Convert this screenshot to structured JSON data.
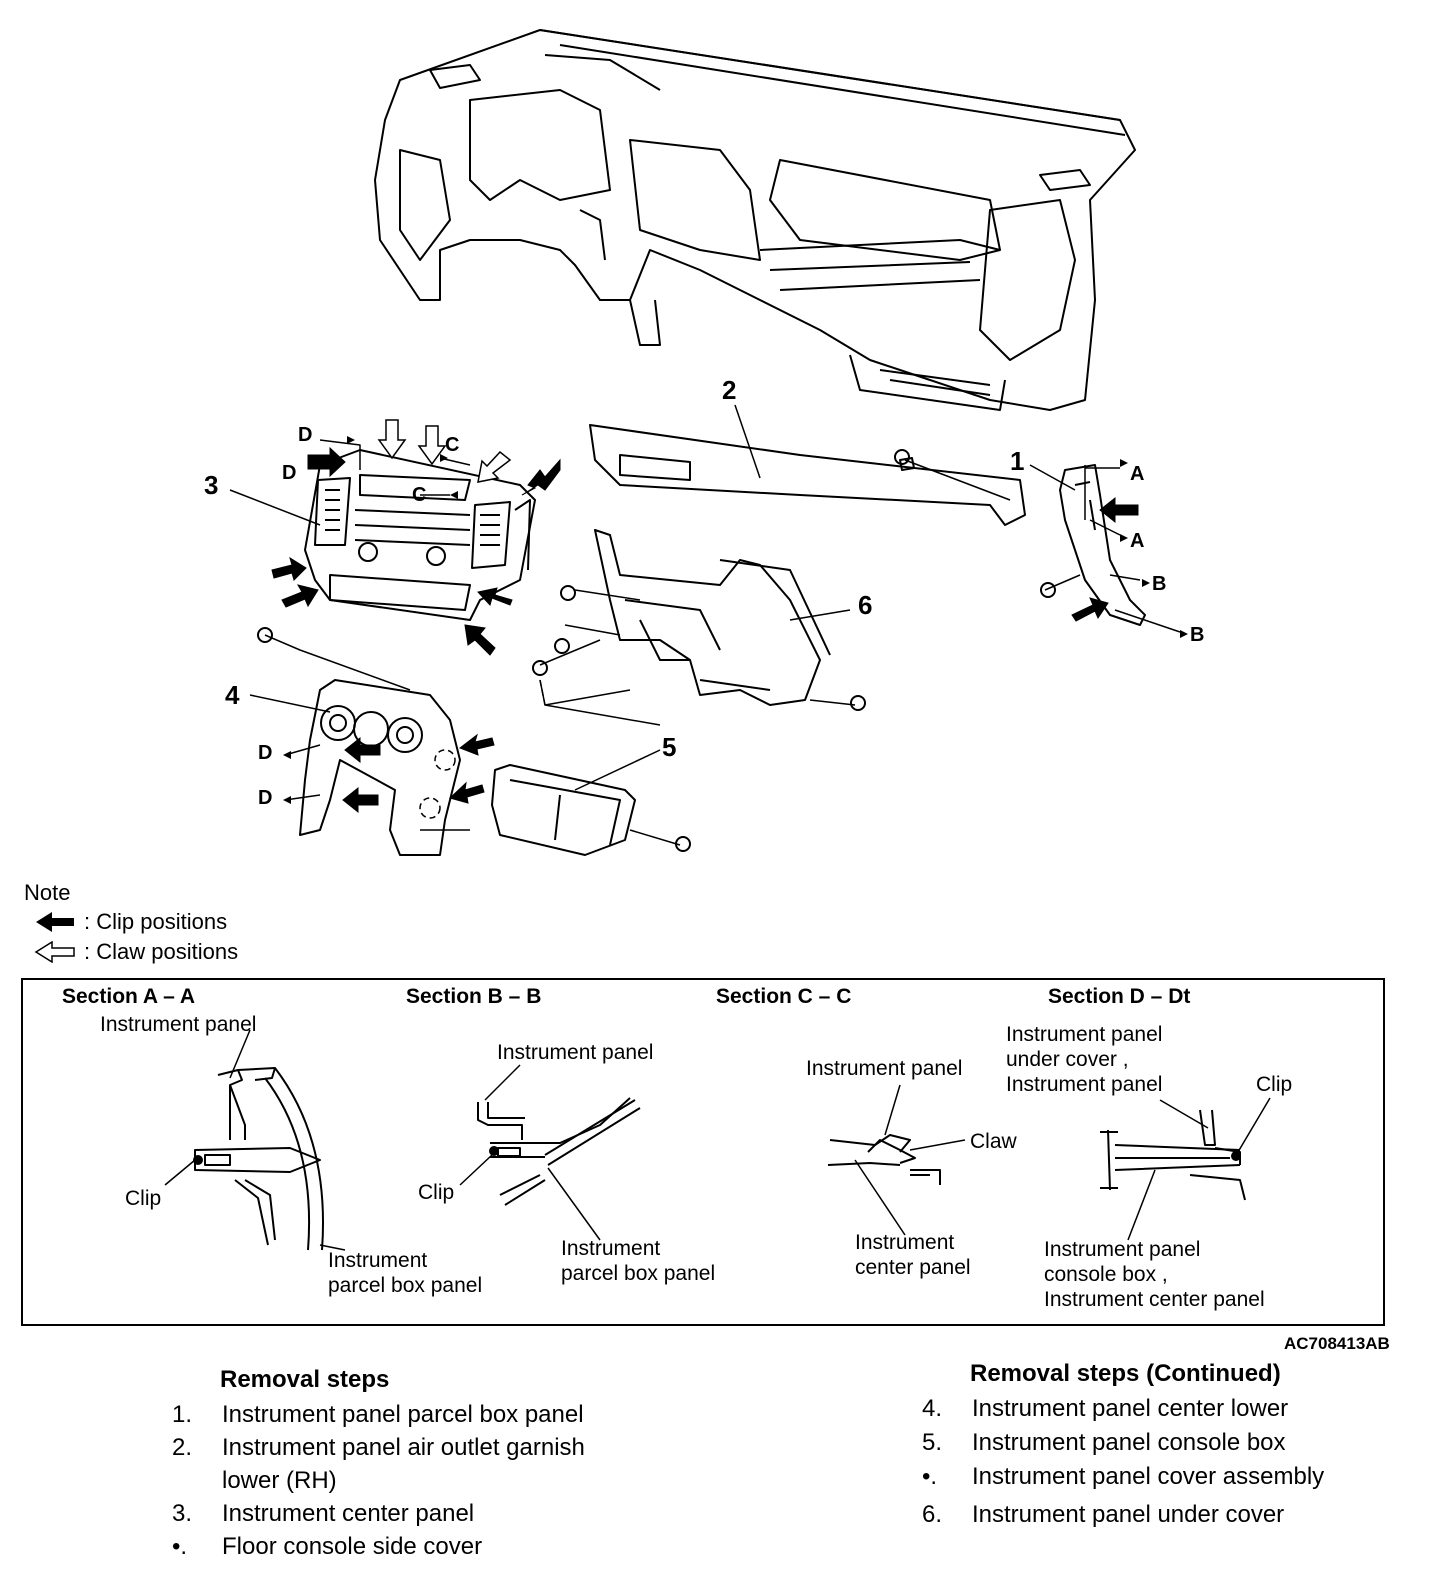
{
  "callouts": [
    "1",
    "2",
    "3",
    "4",
    "5",
    "6"
  ],
  "section_letters": {
    "a": "A",
    "b": "B",
    "c": "C",
    "d": "D"
  },
  "note": {
    "title": "Note",
    "clip": ": Clip positions",
    "claw": ": Claw positions"
  },
  "sections": [
    {
      "title": "Section A – A",
      "labels": [
        "Instrument panel",
        "Clip",
        "Instrument\nparcel box panel"
      ]
    },
    {
      "title": "Section B – B",
      "labels": [
        "Instrument panel",
        "Clip",
        "Instrument\nparcel box panel"
      ]
    },
    {
      "title": "Section C – C",
      "labels": [
        "Instrument panel",
        "Claw",
        "Instrument\ncenter panel"
      ]
    },
    {
      "title": "Section D – Dt",
      "labels": [
        "Instrument panel\nunder cover ,\nInstrument panel",
        "Clip",
        "Instrument panel\nconsole box ,\nInstrument center panel"
      ]
    }
  ],
  "figure_code": "AC708413AB",
  "removal_steps": {
    "title": "Removal steps",
    "items": [
      {
        "num": "1.",
        "text": "Instrument panel parcel box panel"
      },
      {
        "num": "2.",
        "text": "Instrument panel air outlet garnish"
      },
      {
        "num": "",
        "text": "lower (RH)"
      },
      {
        "num": "3.",
        "text": "Instrument center panel"
      },
      {
        "num": "•.",
        "text": "Floor console side cover"
      }
    ]
  },
  "removal_steps_continued": {
    "title": "Removal steps (Continued)",
    "items": [
      {
        "num": "4.",
        "text": "Instrument panel center lower"
      },
      {
        "num": "5.",
        "text": "Instrument panel console box"
      },
      {
        "num": "•.",
        "text": "Instrument panel cover assembly"
      },
      {
        "num": "6.",
        "text": "Instrument panel under cover"
      }
    ]
  }
}
